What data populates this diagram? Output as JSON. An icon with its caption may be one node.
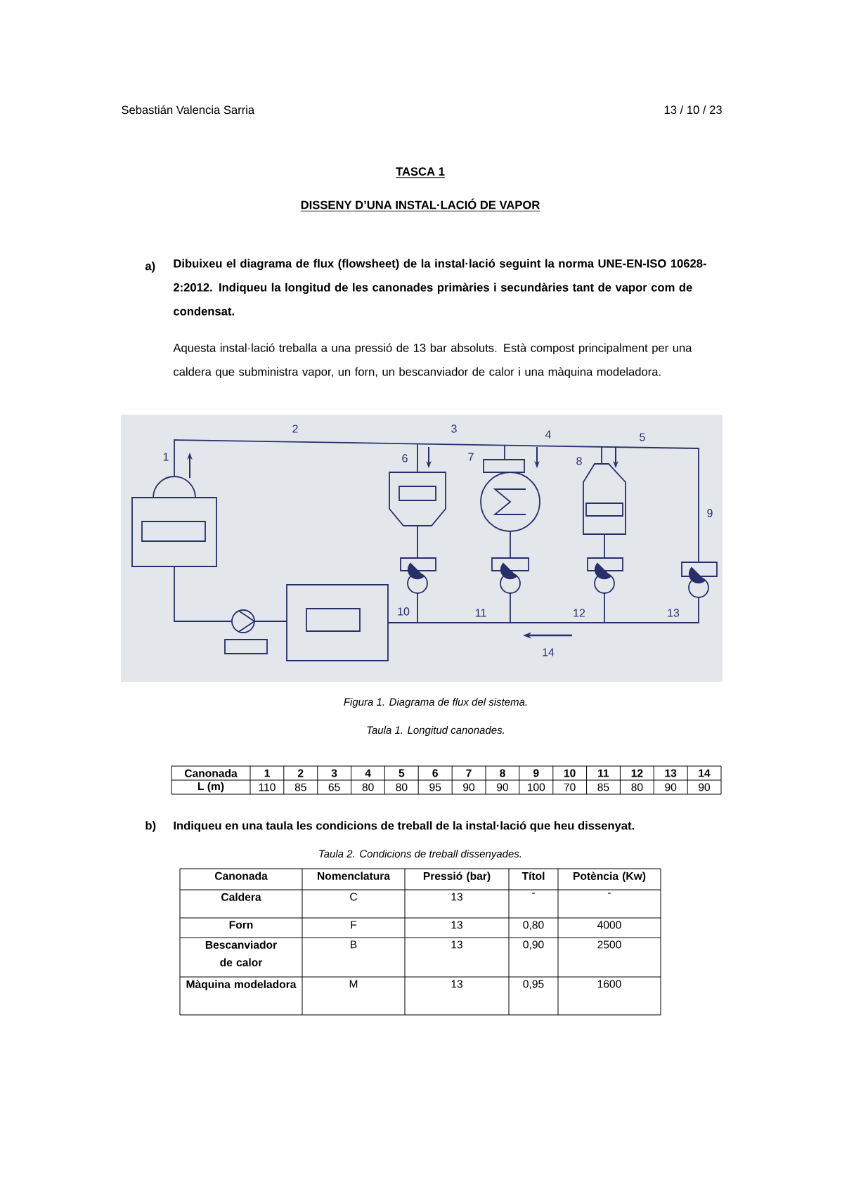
{
  "diagram": {
    "title": "TASCA 1",
    "caption": "Figura 1. Diagrama de flux del sistema.",
    "labels": [
      "Sebastián Valencia Sarria",
      "13 / 10 / 23",
      "DISSENY D’UNA INSTAL·LACIÓ DE VAPOR",
      "a)",
      "Dibuixeu el diagrama de flux (flowsheet) de la instal·lació seguint la norma UNE-EN-ISO 10628-2:2012. Indiqueu la longitud de les canonades primàries i secundàries tant de vapor com de condensat.",
      "Aquesta instal·lació treballa a una pressió de 13 bar absoluts. Està compost principalment per una caldera que subministra vapor, un forn, un bescanviador de calor i una màquina modeladora.",
      "1",
      "2",
      "3",
      "4",
      "5",
      "6",
      "7",
      "8",
      "9",
      "10",
      "11",
      "12",
      "13",
      "14",
      "Taula 1. Longitud canonades.",
      "Canonada",
      "1",
      "2",
      "3",
      "4",
      "5",
      "6",
      "7",
      "8",
      "9",
      "10",
      "11",
      "12",
      "13",
      "14",
      "L (m)",
      "110",
      "85",
      "65",
      "80",
      "80",
      "95",
      "90",
      "90",
      "100",
      "70",
      "85",
      "80",
      "90",
      "90",
      "b)",
      "Indiqueu en una taula les condicions de treball de la instal·lació que heu dissenyat.",
      "Taula 2. Condicions de treball dissenyades.",
      "Canonada",
      "Nomenclatura",
      "Pressió (bar)",
      "Títol",
      "Potència (Kw)",
      "Caldera",
      "C",
      "13",
      "-",
      "-",
      "Forn",
      "F",
      "13",
      "0,80",
      "4000",
      "Bescanviador de calor",
      "B",
      "13",
      "0,90",
      "2500",
      "Màquina modeladora",
      "M",
      "13",
      "0,95",
      "1600"
    ]
  }
}
